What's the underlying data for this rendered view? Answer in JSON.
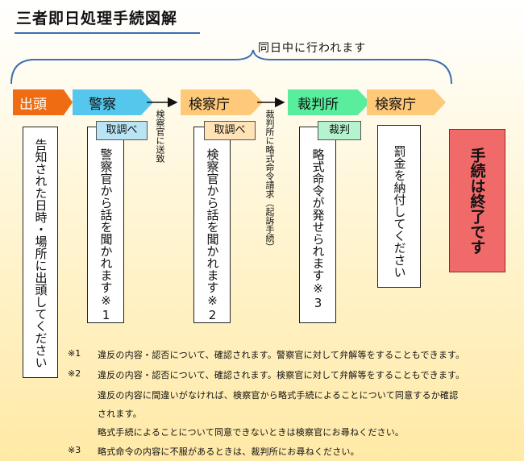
{
  "title": "三者即日処理手続図解",
  "same_day_label": "同日中に行われます",
  "steps": {
    "appear": "出頭",
    "police": "警察",
    "prosecutor": "検察庁",
    "court": "裁判所",
    "prosecutor2": "検察庁"
  },
  "transitions": {
    "to_prosecutor": "検察官に送致",
    "to_court": "裁判所に略式命令請求（起訴手続）"
  },
  "tags": {
    "police": "取調べ",
    "prosecutor": "取調べ",
    "court": "裁判"
  },
  "columns": {
    "appear": "告知された日時・場所に出頭してください",
    "police": "警察官から話を聞かれます※1",
    "prosecutor": "検察官から話を聞かれます※2",
    "court": "略式命令が発せられます※3",
    "pay": "罰金を納付してください"
  },
  "final": "手続は終了です",
  "notes": [
    {
      "mark": "※1",
      "text": "違反の内容・認否について、確認されます。警察官に対して弁解等をすることもできます。"
    },
    {
      "mark": "※2",
      "text": "違反の内容・認否について、確認されます。検察官に対して弁解等をすることもできます。"
    },
    {
      "mark": "",
      "text": "違反の内容に間違いがなければ、検察官から略式手続によることについて同意するか確認"
    },
    {
      "mark": "",
      "text": "されます。"
    },
    {
      "mark": "",
      "text": "略式手続によることについて同意できないときは検察官にお尋ねください。"
    },
    {
      "mark": "※3",
      "text": "略式命令の内容に不服があるときは、裁判所にお尋ねください。"
    }
  ],
  "colors": {
    "appear": "#ef6c12",
    "police": "#55c7ec",
    "prosecutor": "#ffc97a",
    "court": "#59ee9d",
    "final": "#f06a6a",
    "title_underline": "#3a6fb0",
    "brace": "#3a6fb0"
  }
}
